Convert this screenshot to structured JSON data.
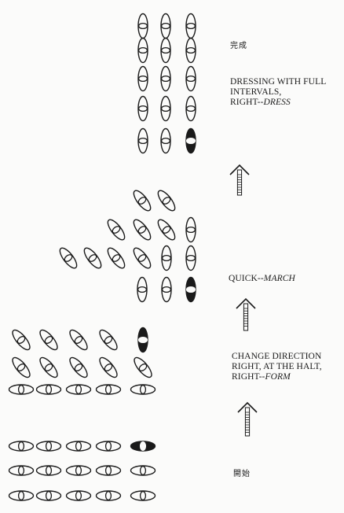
{
  "phases": [
    {
      "stage_label": "完成",
      "caption_lines": [
        {
          "plain": "DRESSING WITH FULL",
          "italic": ""
        },
        {
          "plain": "INTERVALS,",
          "italic": ""
        },
        {
          "plain": "RIGHT--",
          "italic": "DRESS"
        }
      ]
    },
    {
      "caption_lines": [
        {
          "plain": "QUICK--",
          "italic": "MARCH"
        }
      ]
    },
    {
      "caption_lines": [
        {
          "plain": "CHANGE DIRECTION",
          "italic": ""
        },
        {
          "plain": "RIGHT, AT THE HALT,",
          "italic": ""
        },
        {
          "plain": "RIGHT--",
          "italic": "FORM"
        }
      ]
    },
    {
      "stage_label": "開始"
    }
  ],
  "symbols": {
    "soldier": "soldier-figure-icon",
    "guide": "guide-soldier-icon",
    "arrow": "direction-arrow-icon"
  },
  "colors": {
    "ink": "#1a1a1a",
    "paper": "#fbfbfa"
  }
}
